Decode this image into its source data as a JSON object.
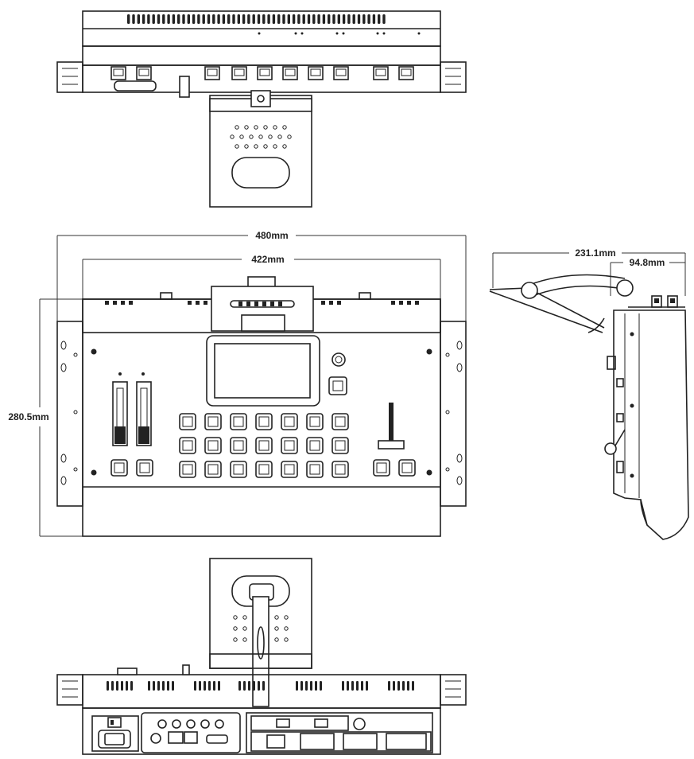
{
  "dimensions": {
    "total_width": "480mm",
    "panel_width": "422mm",
    "height": "280.5mm",
    "side_depth": "231.1mm",
    "side_base": "94.8mm"
  }
}
